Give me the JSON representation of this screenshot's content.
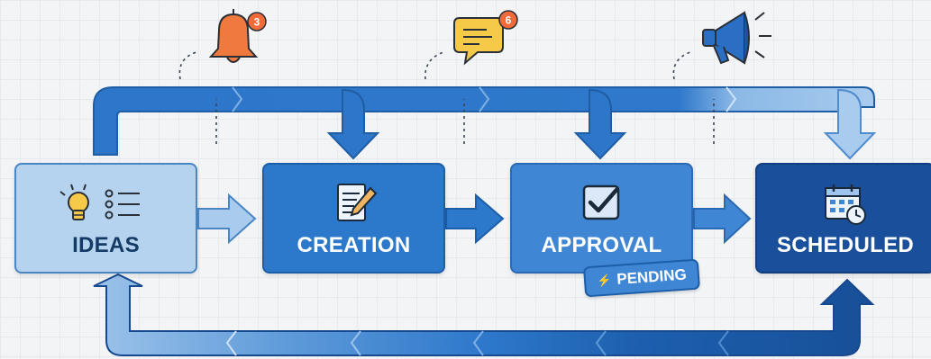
{
  "stages": [
    {
      "id": "ideas",
      "label": "IDEAS",
      "icons": [
        "lightbulb-icon",
        "list-icon"
      ]
    },
    {
      "id": "creation",
      "label": "CREATION",
      "icons": [
        "document-edit-icon"
      ]
    },
    {
      "id": "approval",
      "label": "APPROVAL",
      "icons": [
        "checkbox-icon"
      ]
    },
    {
      "id": "scheduled",
      "label": "SCHEDULED",
      "icons": [
        "calendar-clock-icon"
      ]
    }
  ],
  "badge": {
    "label": "PENDING",
    "glyph": "⚡"
  },
  "notifications": [
    {
      "icon": "bell-icon",
      "count": "3"
    },
    {
      "icon": "chat-bubble-icon",
      "count": "6"
    },
    {
      "icon": "megaphone-icon"
    }
  ],
  "colors": {
    "ideas_fill": "#b5d3ef",
    "creation_fill": "#2c78cb",
    "approval_fill": "#3f86d4",
    "scheduled_fill": "#1a4f9b",
    "alert_orange": "#f07a3e",
    "chat_yellow": "#f7c948",
    "megaphone_blue": "#2a6fc4"
  }
}
